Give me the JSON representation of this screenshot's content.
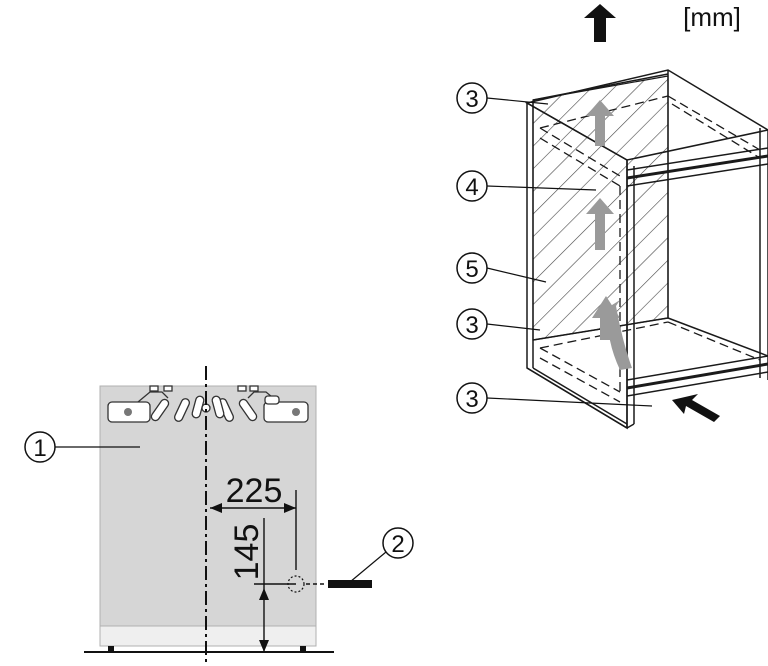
{
  "unit_label": "[mm]",
  "callouts": {
    "c1": "1",
    "c2": "2",
    "c3a": "3",
    "c4": "4",
    "c5": "5",
    "c3b": "3",
    "c3c": "3"
  },
  "dimensions": {
    "width": "225",
    "height": "145"
  },
  "colors": {
    "panel_gray": "#d6d6d6",
    "arrow_gray": "#9a9a9a",
    "line": "#1a1a1a"
  }
}
